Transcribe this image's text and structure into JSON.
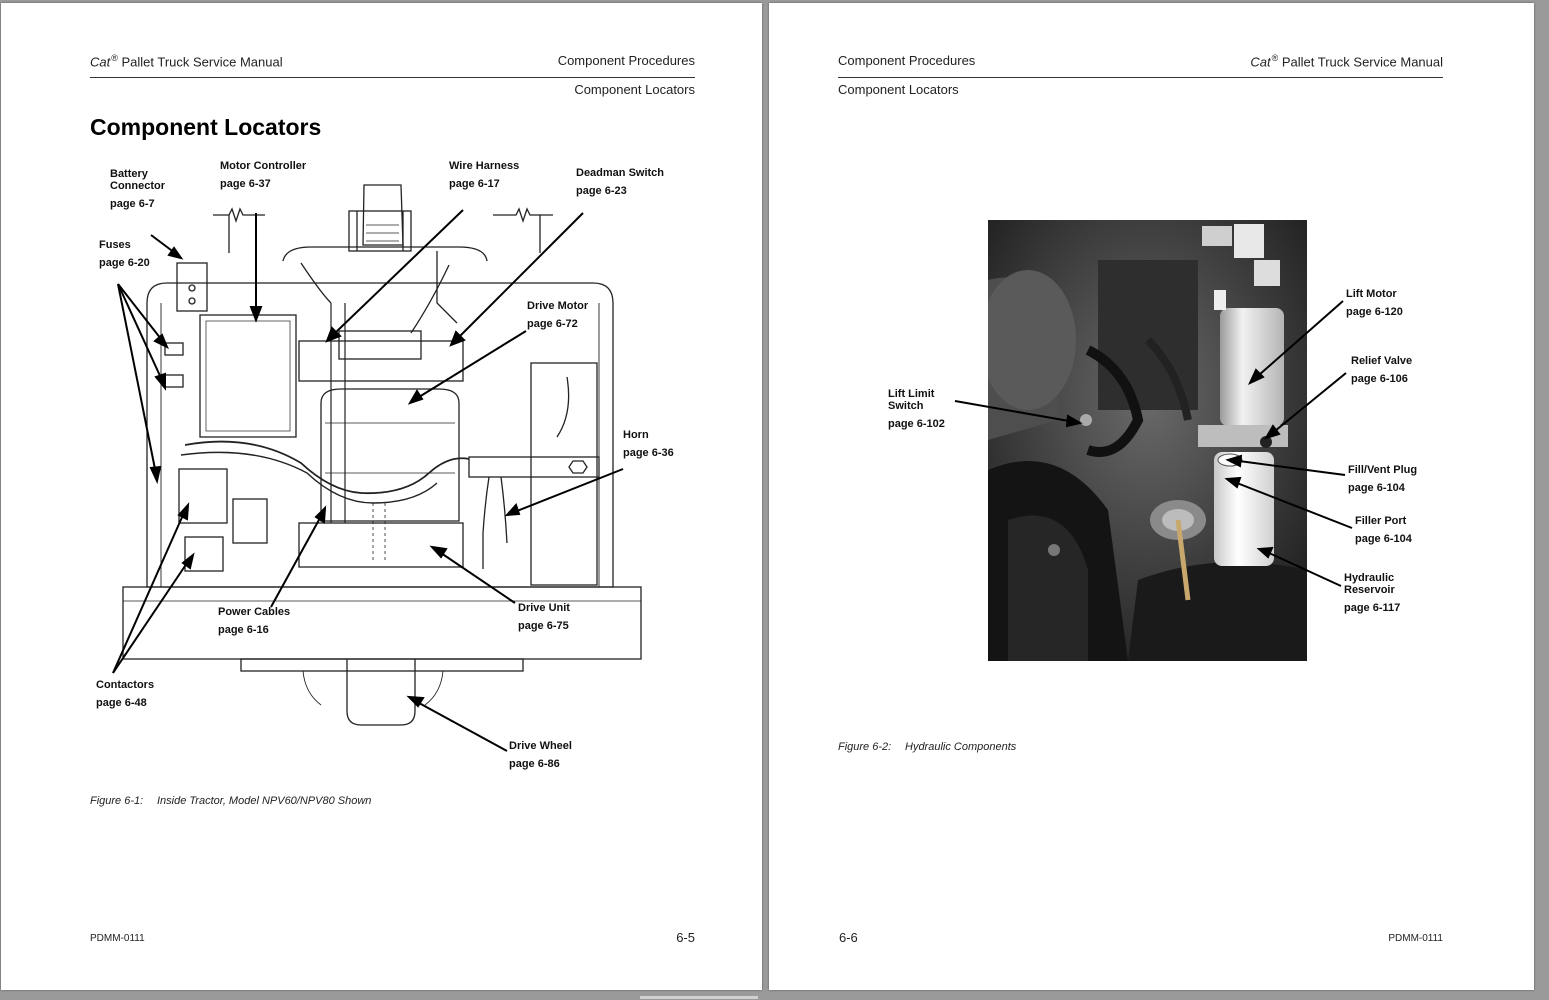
{
  "left_page": {
    "header_left": "Cat",
    "header_left_mark": "®",
    "header_left_rest": " Pallet Truck Service Manual",
    "header_right": "Component Procedures",
    "subheader_right": "Component Locators",
    "title": "Component Locators",
    "callouts": {
      "battery_connector": {
        "name": "Battery",
        "name2": "Connector",
        "page": "page 6-7"
      },
      "motor_controller": {
        "name": "Motor Controller",
        "page": "page 6-37"
      },
      "wire_harness": {
        "name": "Wire Harness",
        "page": "page 6-17"
      },
      "deadman_switch": {
        "name": "Deadman Switch",
        "page": "page 6-23"
      },
      "fuses": {
        "name": "Fuses",
        "page": "page 6-20"
      },
      "drive_motor": {
        "name": "Drive Motor",
        "page": "page 6-72"
      },
      "horn": {
        "name": "Horn",
        "page": "page 6-36"
      },
      "power_cables": {
        "name": "Power Cables",
        "page": "page 6-16"
      },
      "drive_unit": {
        "name": "Drive Unit",
        "page": "page 6-75"
      },
      "contactors": {
        "name": "Contactors",
        "page": "page 6-48"
      },
      "drive_wheel": {
        "name": "Drive Wheel",
        "page": "page 6-86"
      }
    },
    "caption_num": "Figure 6-1:",
    "caption_text": "Inside Tractor, Model NPV60/NPV80 Shown",
    "footer_left": "PDMM-0111",
    "footer_right": "6-5"
  },
  "right_page": {
    "header_left": "Component Procedures",
    "subheader_left": "Component Locators",
    "header_right": "Cat",
    "header_right_mark": "®",
    "header_right_rest": " Pallet Truck Service Manual",
    "callouts": {
      "lift_motor": {
        "name": "Lift Motor",
        "page": "page 6-120"
      },
      "relief_valve": {
        "name": "Relief Valve",
        "page": "page 6-106"
      },
      "lift_limit_switch": {
        "name": "Lift Limit",
        "name2": "Switch",
        "page": "page 6-102"
      },
      "fill_vent_plug": {
        "name": "Fill/Vent Plug",
        "page": "page 6-104"
      },
      "filler_port": {
        "name": "Filler Port",
        "page": "page 6-104"
      },
      "hydraulic_reservoir": {
        "name": "Hydraulic",
        "name2": "Reservoir",
        "page": "page 6-117"
      }
    },
    "caption_num": "Figure 6-2:",
    "caption_text": "Hydraulic Components",
    "footer_left": "6-6",
    "footer_right": "PDMM-0111"
  }
}
